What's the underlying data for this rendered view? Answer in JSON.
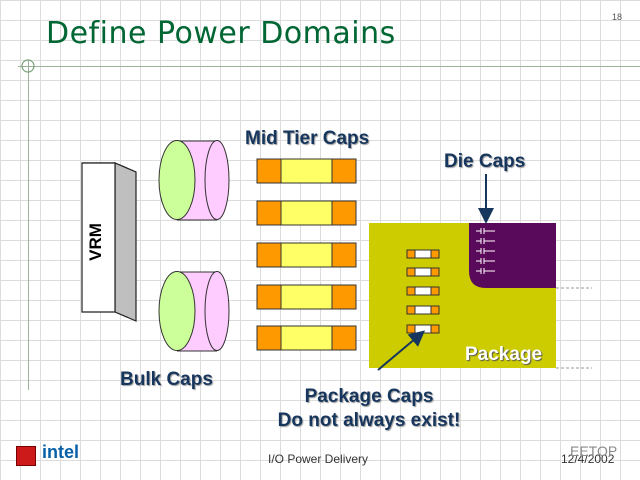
{
  "slide": {
    "title": "Define Power Domains",
    "number": "18"
  },
  "labels": {
    "mid_tier_caps": "Mid Tier Caps",
    "die_caps": "Die Caps",
    "vrm": "VRM",
    "bulk_caps": "Bulk Caps",
    "package": "Package",
    "package_caps_line1": "Package Caps",
    "package_caps_line2": "Do not always exist!"
  },
  "footer": {
    "logo_text": "intel",
    "center_text": "I/O Power Delivery",
    "date": "12/4/2002",
    "watermark": "EETOP"
  },
  "colors": {
    "title": "#006633",
    "labels": "#17365d",
    "package": "#cccc00",
    "die": "#5a0a5a",
    "mid_cap_body": "#ffff66",
    "mid_cap_ends": "#ff9900",
    "bulk_cap": "#ccff99",
    "bulk_cap_side": "#ffccff"
  }
}
